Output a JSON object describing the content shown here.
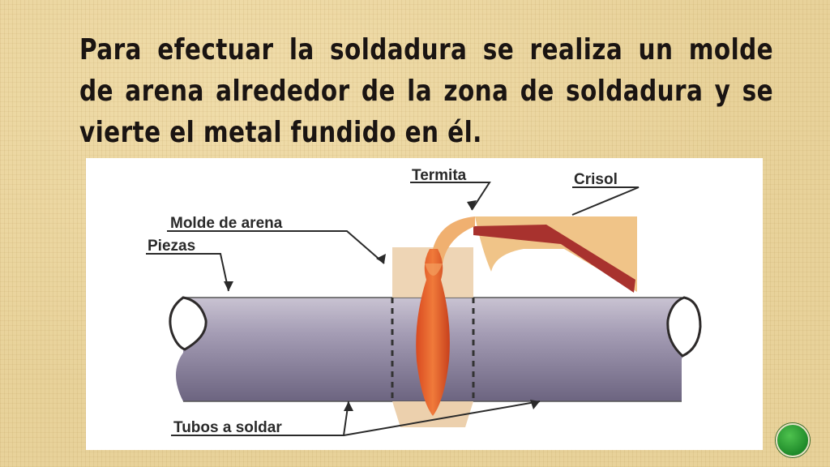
{
  "slide": {
    "title_lines": [
      "Para efectuar la soldadura se realiza un molde",
      "de arena alrededor de la zona de soldadura y se",
      "vierte el metal fundido en él."
    ]
  },
  "diagram": {
    "labels": {
      "termita": "Termita",
      "crisol": "Crisol",
      "molde": "Molde de arena",
      "piezas": "Piezas",
      "tubos": "Tubos a soldar"
    },
    "colors": {
      "pipe": "#a9a1b8",
      "sand_mold": "#ecd0ad",
      "molten_metal": "#e05a2a",
      "crucible": "#f0c488",
      "crucible_inner": "#a8322e"
    }
  },
  "navigation": {
    "button_icon": "next-slide-icon"
  }
}
